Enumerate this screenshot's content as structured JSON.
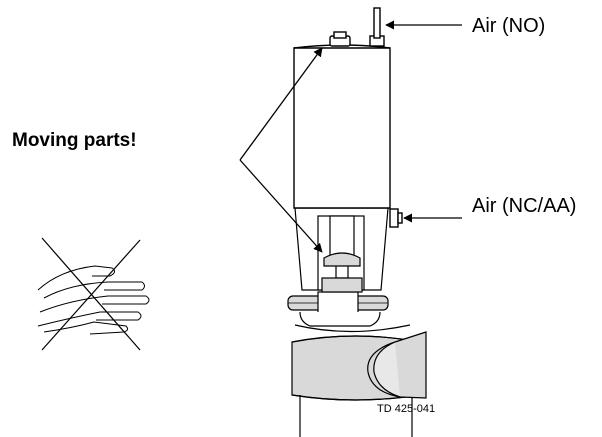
{
  "labels": {
    "air_no": "Air (NO)",
    "air_nc_aa": "Air (NC/AA)",
    "moving_parts": "Moving parts!",
    "drawing_code": "TD  425-041"
  },
  "colors": {
    "line": "#000000",
    "shade": "#d9d9d9",
    "background": "#ffffff"
  },
  "icons": [
    "crossed-out-hand-icon",
    "arrow-left-icon",
    "arrow-up-left-icon",
    "arrow-down-right-icon"
  ]
}
